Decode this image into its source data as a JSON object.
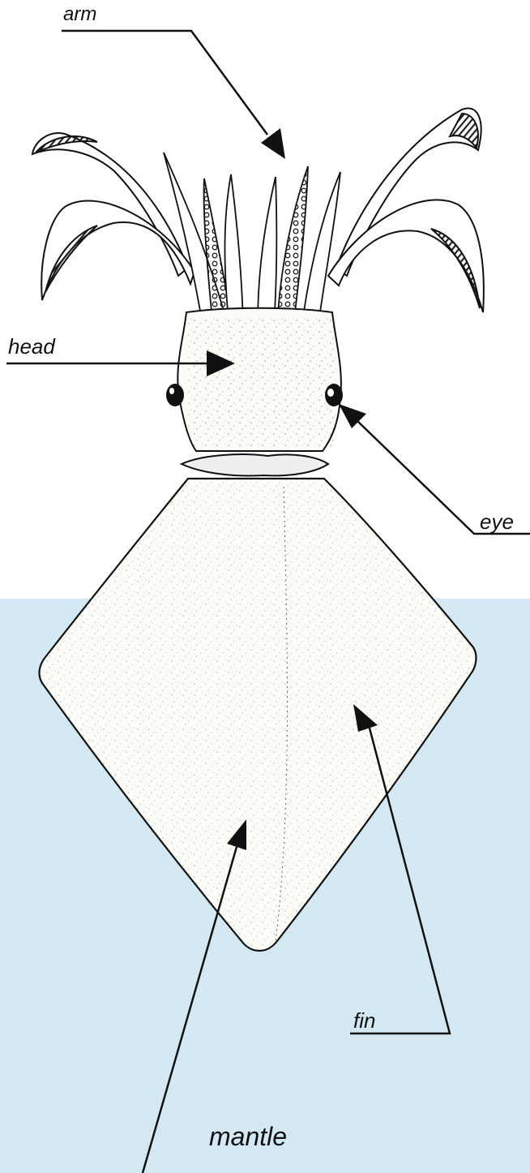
{
  "colors": {
    "water": "#d3e8f3",
    "background": "#ffffff",
    "line": "#111111",
    "body_fill": "#fbfbf8"
  },
  "labels": {
    "arm": "arm",
    "head": "head",
    "eye": "eye",
    "fin": "fin",
    "mantle": "mantle"
  }
}
